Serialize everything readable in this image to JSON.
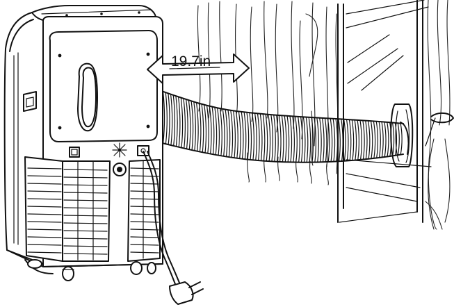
{
  "diagram": {
    "measurement": {
      "label": "19.7in"
    },
    "components": [
      {
        "name": "portable-air-conditioner",
        "icon": "air-conditioner-icon"
      },
      {
        "name": "exhaust-hose",
        "icon": "hose-icon"
      },
      {
        "name": "window-adapter",
        "icon": "window-adapter-icon"
      },
      {
        "name": "power-plug",
        "icon": "plug-icon"
      },
      {
        "name": "curtain",
        "icon": "curtain-icon"
      }
    ]
  }
}
